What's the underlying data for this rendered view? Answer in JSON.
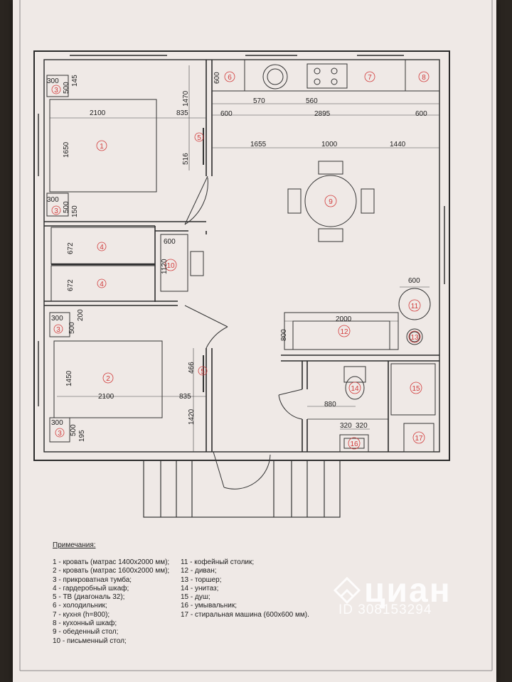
{
  "notes_title": "Примечания:",
  "notes_col1": [
    "1 - кровать (матрас 1400х2000 мм);",
    "2 - кровать (матрас 1600х2000 мм);",
    "3 - прикроватная тумба;",
    "4 - гардеробный шкаф;",
    "5 - ТВ (диагональ 32);",
    "6 - холодильник;",
    "7 - кухня (h=800);",
    "8 - кухонный шкаф;",
    "9 - обеденный стол;",
    "10 - письменный стол;"
  ],
  "notes_col2": [
    "11 - кофейный столик;",
    "12 - диван;",
    "13 - торшер;",
    "14 - унитаз;",
    "15 - душ;",
    "16 - умывальник;",
    "17 - стиральная машина (600х600 мм)."
  ],
  "watermark": {
    "logo": "циан",
    "id": "ID 308153294"
  },
  "dims": {
    "d300a": "300",
    "d500a": "500",
    "d145": "145",
    "d1470": "1470",
    "d835a": "835",
    "d2100a": "2100",
    "d1650": "1650",
    "d516": "516",
    "d300b": "300",
    "d500b": "500",
    "d150": "150",
    "d672a": "672",
    "d672b": "672",
    "d600desk": "600",
    "d1120": "1120",
    "d300c": "300",
    "d500c": "500",
    "d200": "200",
    "d1450": "1450",
    "d2100b": "2100",
    "d835b": "835",
    "d466": "466",
    "d1420": "1420",
    "d300d": "300",
    "d500d": "500",
    "d195": "195",
    "d600k": "600",
    "d570": "570",
    "d560": "560",
    "d600l": "600",
    "d2895": "2895",
    "d600r": "600",
    "d1655": "1655",
    "d1000": "1000",
    "d1440": "1440",
    "d600ct": "600",
    "d2000": "2000",
    "d800": "800",
    "d880": "880",
    "d320a": "320",
    "d320b": "320"
  },
  "labels": {
    "n1": "1",
    "n2": "2",
    "n3a": "3",
    "n3b": "3",
    "n3c": "3",
    "n3d": "3",
    "n4a": "4",
    "n4b": "4",
    "n5a": "5",
    "n5b": "5",
    "n6": "6",
    "n7": "7",
    "n8": "8",
    "n9": "9",
    "n10": "10",
    "n11": "11",
    "n12": "12",
    "n13": "13",
    "n14": "14",
    "n15": "15",
    "n16": "16",
    "n17": "17"
  }
}
